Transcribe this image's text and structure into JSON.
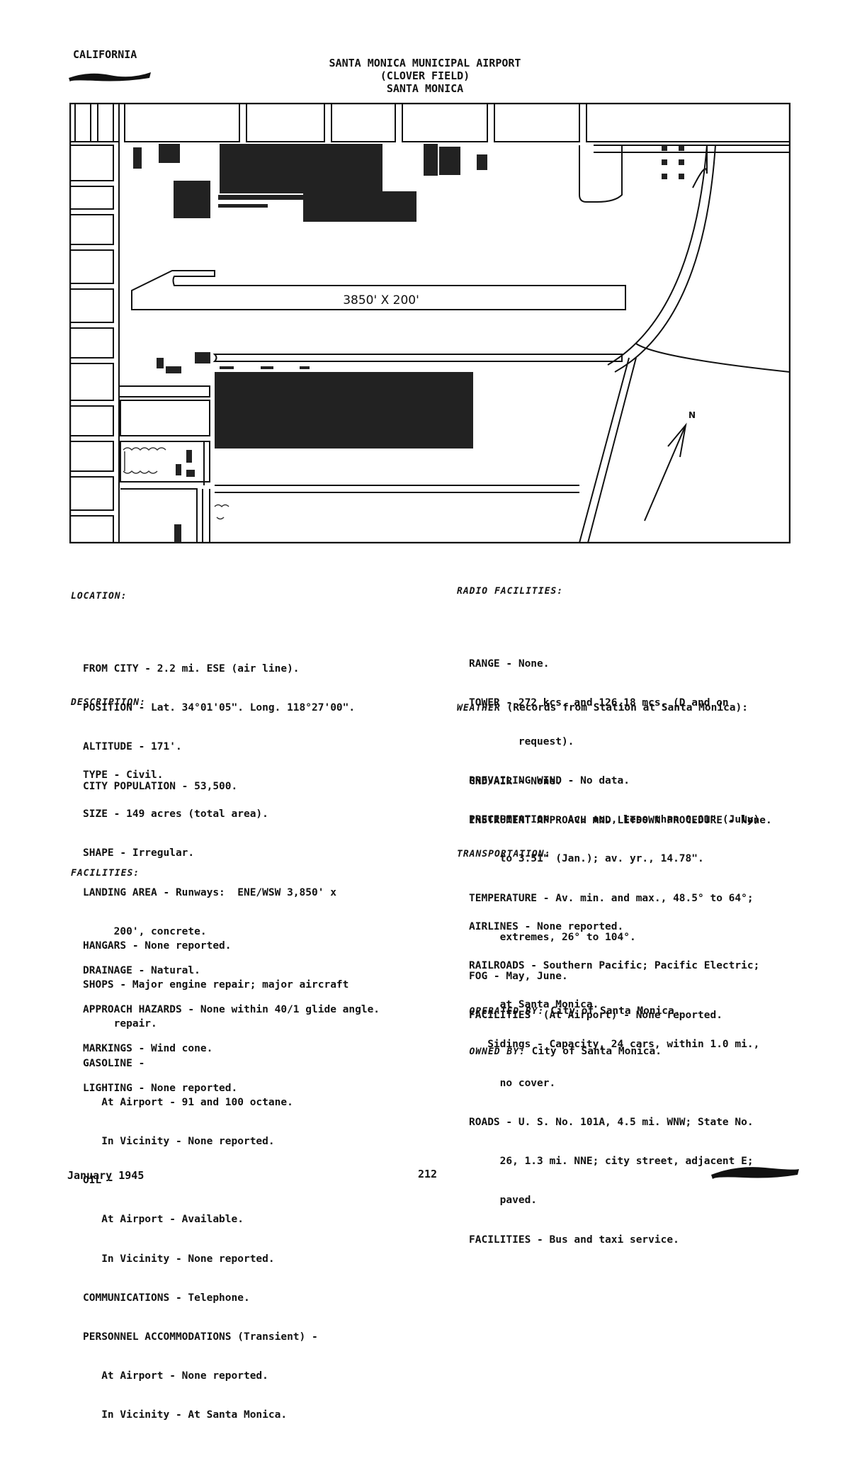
{
  "header": {
    "state": "CALIFORNIA",
    "title_line1": "SANTA MONICA MUNICIPAL AIRPORT",
    "title_line2": "(CLOVER FIELD)",
    "title_line3": "SANTA MONICA"
  },
  "map": {
    "runway_label": "3850' X 200'",
    "north_label": "N"
  },
  "location": {
    "heading": "LOCATION:",
    "lines": [
      "FROM CITY - 2.2 mi. ESE (air line).",
      "POSITION - Lat. 34°01'05\". Long. 118°27'00\".",
      "ALTITUDE - 171'.",
      "CITY POPULATION - 53,500."
    ]
  },
  "description": {
    "heading": "DESCRIPTION:",
    "lines": [
      "TYPE - Civil.",
      "SIZE - 149 acres (total area).",
      "SHAPE - Irregular.",
      "LANDING AREA - Runways:  ENE/WSW 3,850' x",
      "     200', concrete.",
      "DRAINAGE - Natural.",
      "APPROACH HAZARDS - None within 40/1 glide angle.",
      "MARKINGS - Wind cone.",
      "LIGHTING - None reported."
    ]
  },
  "facilities": {
    "heading": "FACILITIES:",
    "lines": [
      "HANGARS - None reported.",
      "SHOPS - Major engine repair; major aircraft",
      "     repair.",
      "GASOLINE -",
      "   At Airport - 91 and 100 octane.",
      "   In Vicinity - None reported.",
      "OIL -",
      "   At Airport - Available.",
      "   In Vicinity - None reported.",
      "COMMUNICATIONS - Telephone.",
      "PERSONNEL ACCOMMODATIONS (Transient) -",
      "   At Airport - None reported.",
      "   In Vicinity - At Santa Monica."
    ]
  },
  "radio": {
    "heading": "RADIO FACILITIES:",
    "lines": [
      "RANGE - None.",
      "TOWER - 272 kcs. and 126.18 mcs. (D and on",
      "        request).",
      "GND/AIR - None.",
      "INSTRUMENT APPROACH AND LETDOWN PROCEDURE - None."
    ]
  },
  "weather": {
    "heading": "WEATHER",
    "subheading": "(Records from Station at Santa Monica):",
    "lines": [
      "PREVAILING WIND - No data.",
      "PRECIPITATION - Av. mo., less than 0.01\" (July)",
      "     to 3.51\" (Jan.); av. yr., 14.78\".",
      "TEMPERATURE - Av. min. and max., 48.5° to 64°;",
      "     extremes, 26° to 104°.",
      "FOG - May, June.",
      "FACILITIES  (At Airport) - None reported."
    ]
  },
  "transportation": {
    "heading": "TRANSPORTATION:",
    "lines": [
      "AIRLINES - None reported.",
      "RAILROADS - Southern Pacific; Pacific Electric;",
      "     at Santa Monica.",
      "   Sidings - Capacity, 24 cars, within 1.0 mi.,",
      "     no cover.",
      "ROADS - U. S. No. 101A, 4.5 mi. WNW; State No.",
      "     26, 1.3 mi. NNE; city street, adjacent E;",
      "     paved.",
      "FACILITIES - Bus and taxi service."
    ]
  },
  "operated": {
    "label": "OPERATED BY:",
    "value": "City of Santa Monica."
  },
  "owned": {
    "label": "OWNED BY:",
    "value": "City of Santa Monica."
  },
  "footer": {
    "date": "January 1945",
    "page": "212"
  }
}
